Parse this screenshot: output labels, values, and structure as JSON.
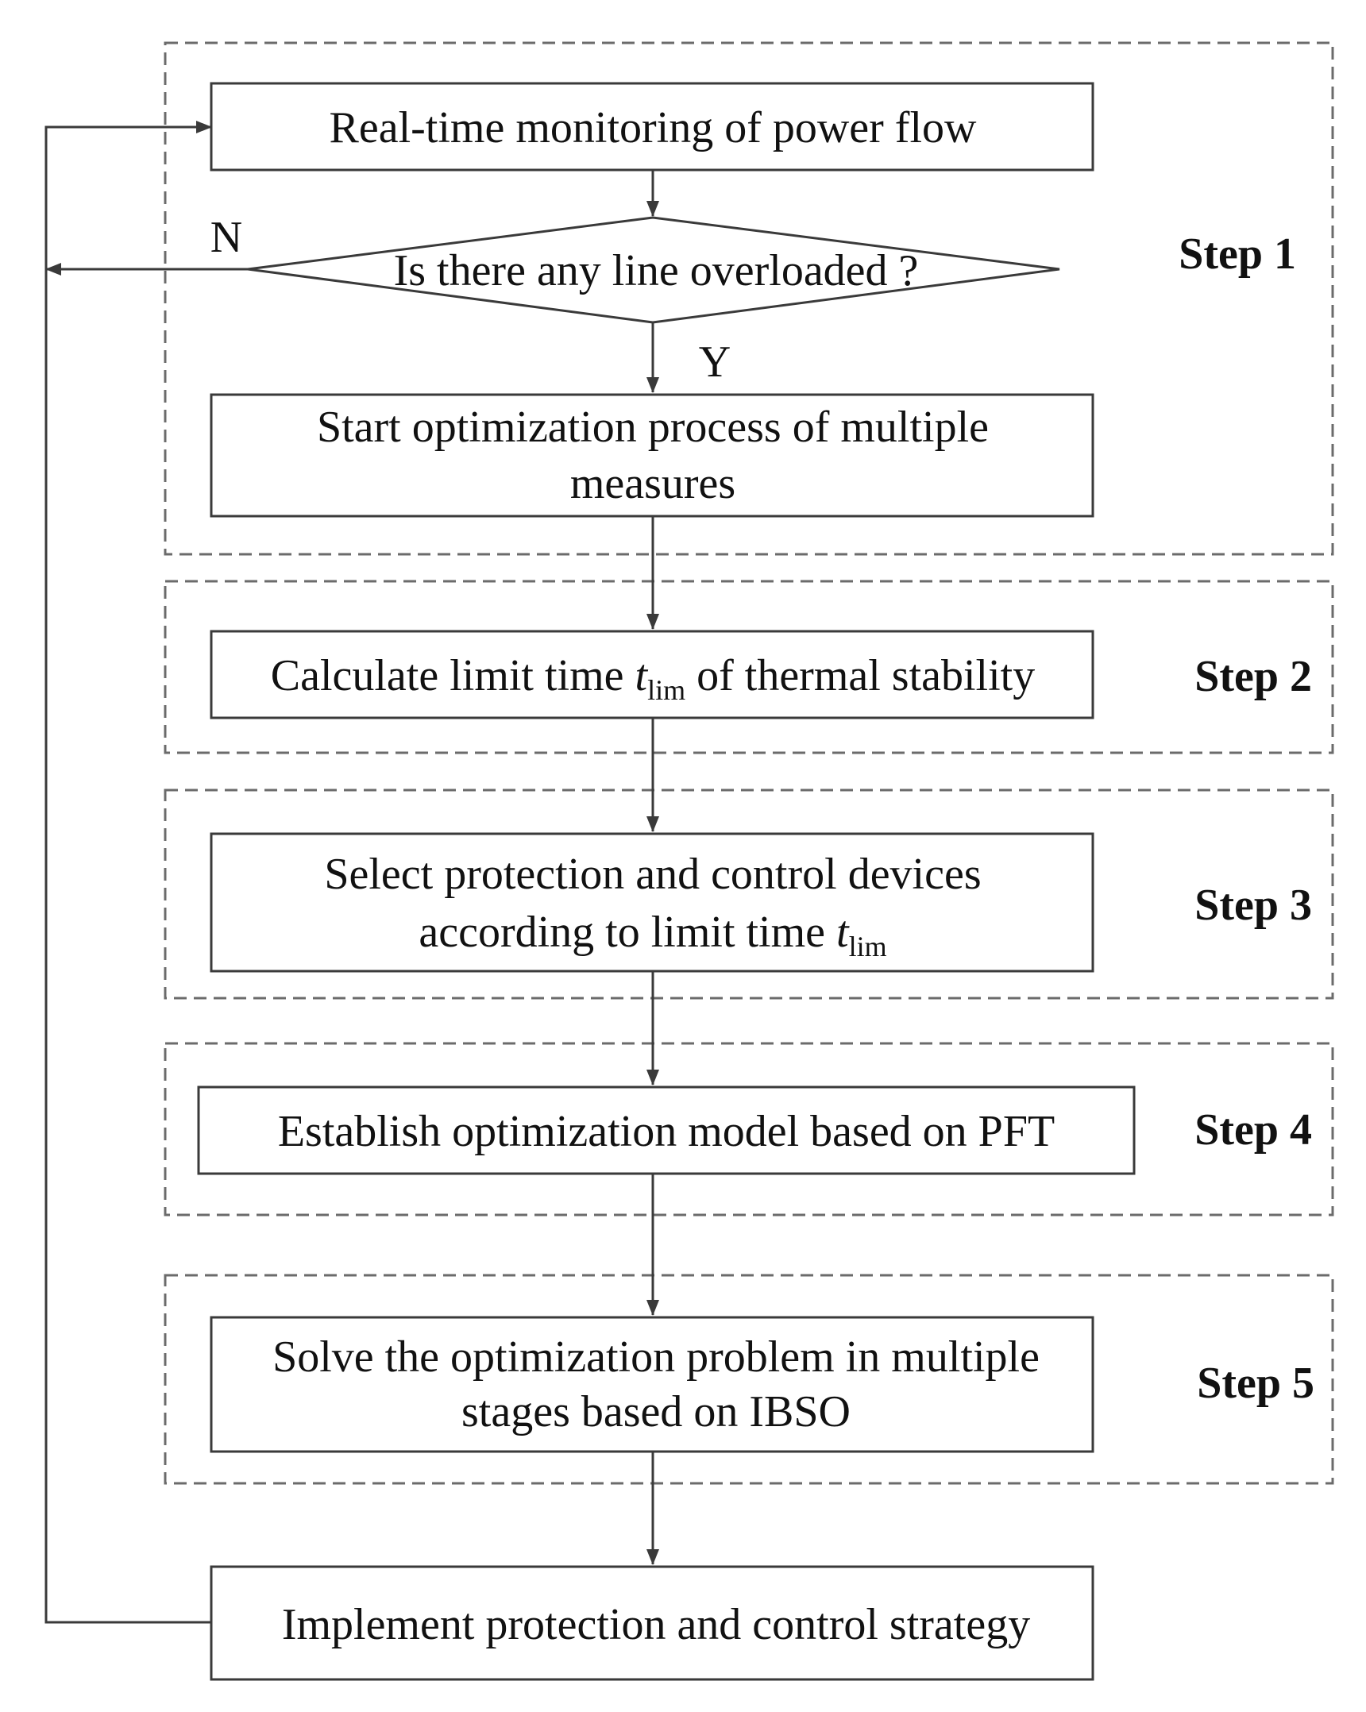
{
  "nodes": {
    "monitor": {
      "line1": "Real-time monitoring  of power flow"
    },
    "decision": {
      "line1": "Is there any line overloaded ?"
    },
    "start_opt": {
      "line1": "Start optimization process of multiple",
      "line2": "measures"
    },
    "calc_limit": {
      "pre": "Calculate limit time ",
      "var": "t",
      "sub": "lim",
      "post": " of thermal stability"
    },
    "select_devices": {
      "line1": "Select  protection and control devices",
      "pre": "according to limit time ",
      "var": "t",
      "sub": "lim"
    },
    "establish_model": {
      "line1": "Establish  optimization model based on PFT"
    },
    "solve_problem": {
      "line1": "Solve the optimization problem in multiple",
      "line2": "stages based on IBSO"
    },
    "implement": {
      "line1": "Implement protection and control strategy"
    }
  },
  "decision_labels": {
    "no": "N",
    "yes": "Y"
  },
  "steps": [
    "Step 1",
    "Step 2",
    "Step 3",
    "Step 4",
    "Step 5"
  ],
  "colors": {
    "line": "#3a3a3a",
    "dash": "#6b6b6b",
    "text": "#111111"
  }
}
